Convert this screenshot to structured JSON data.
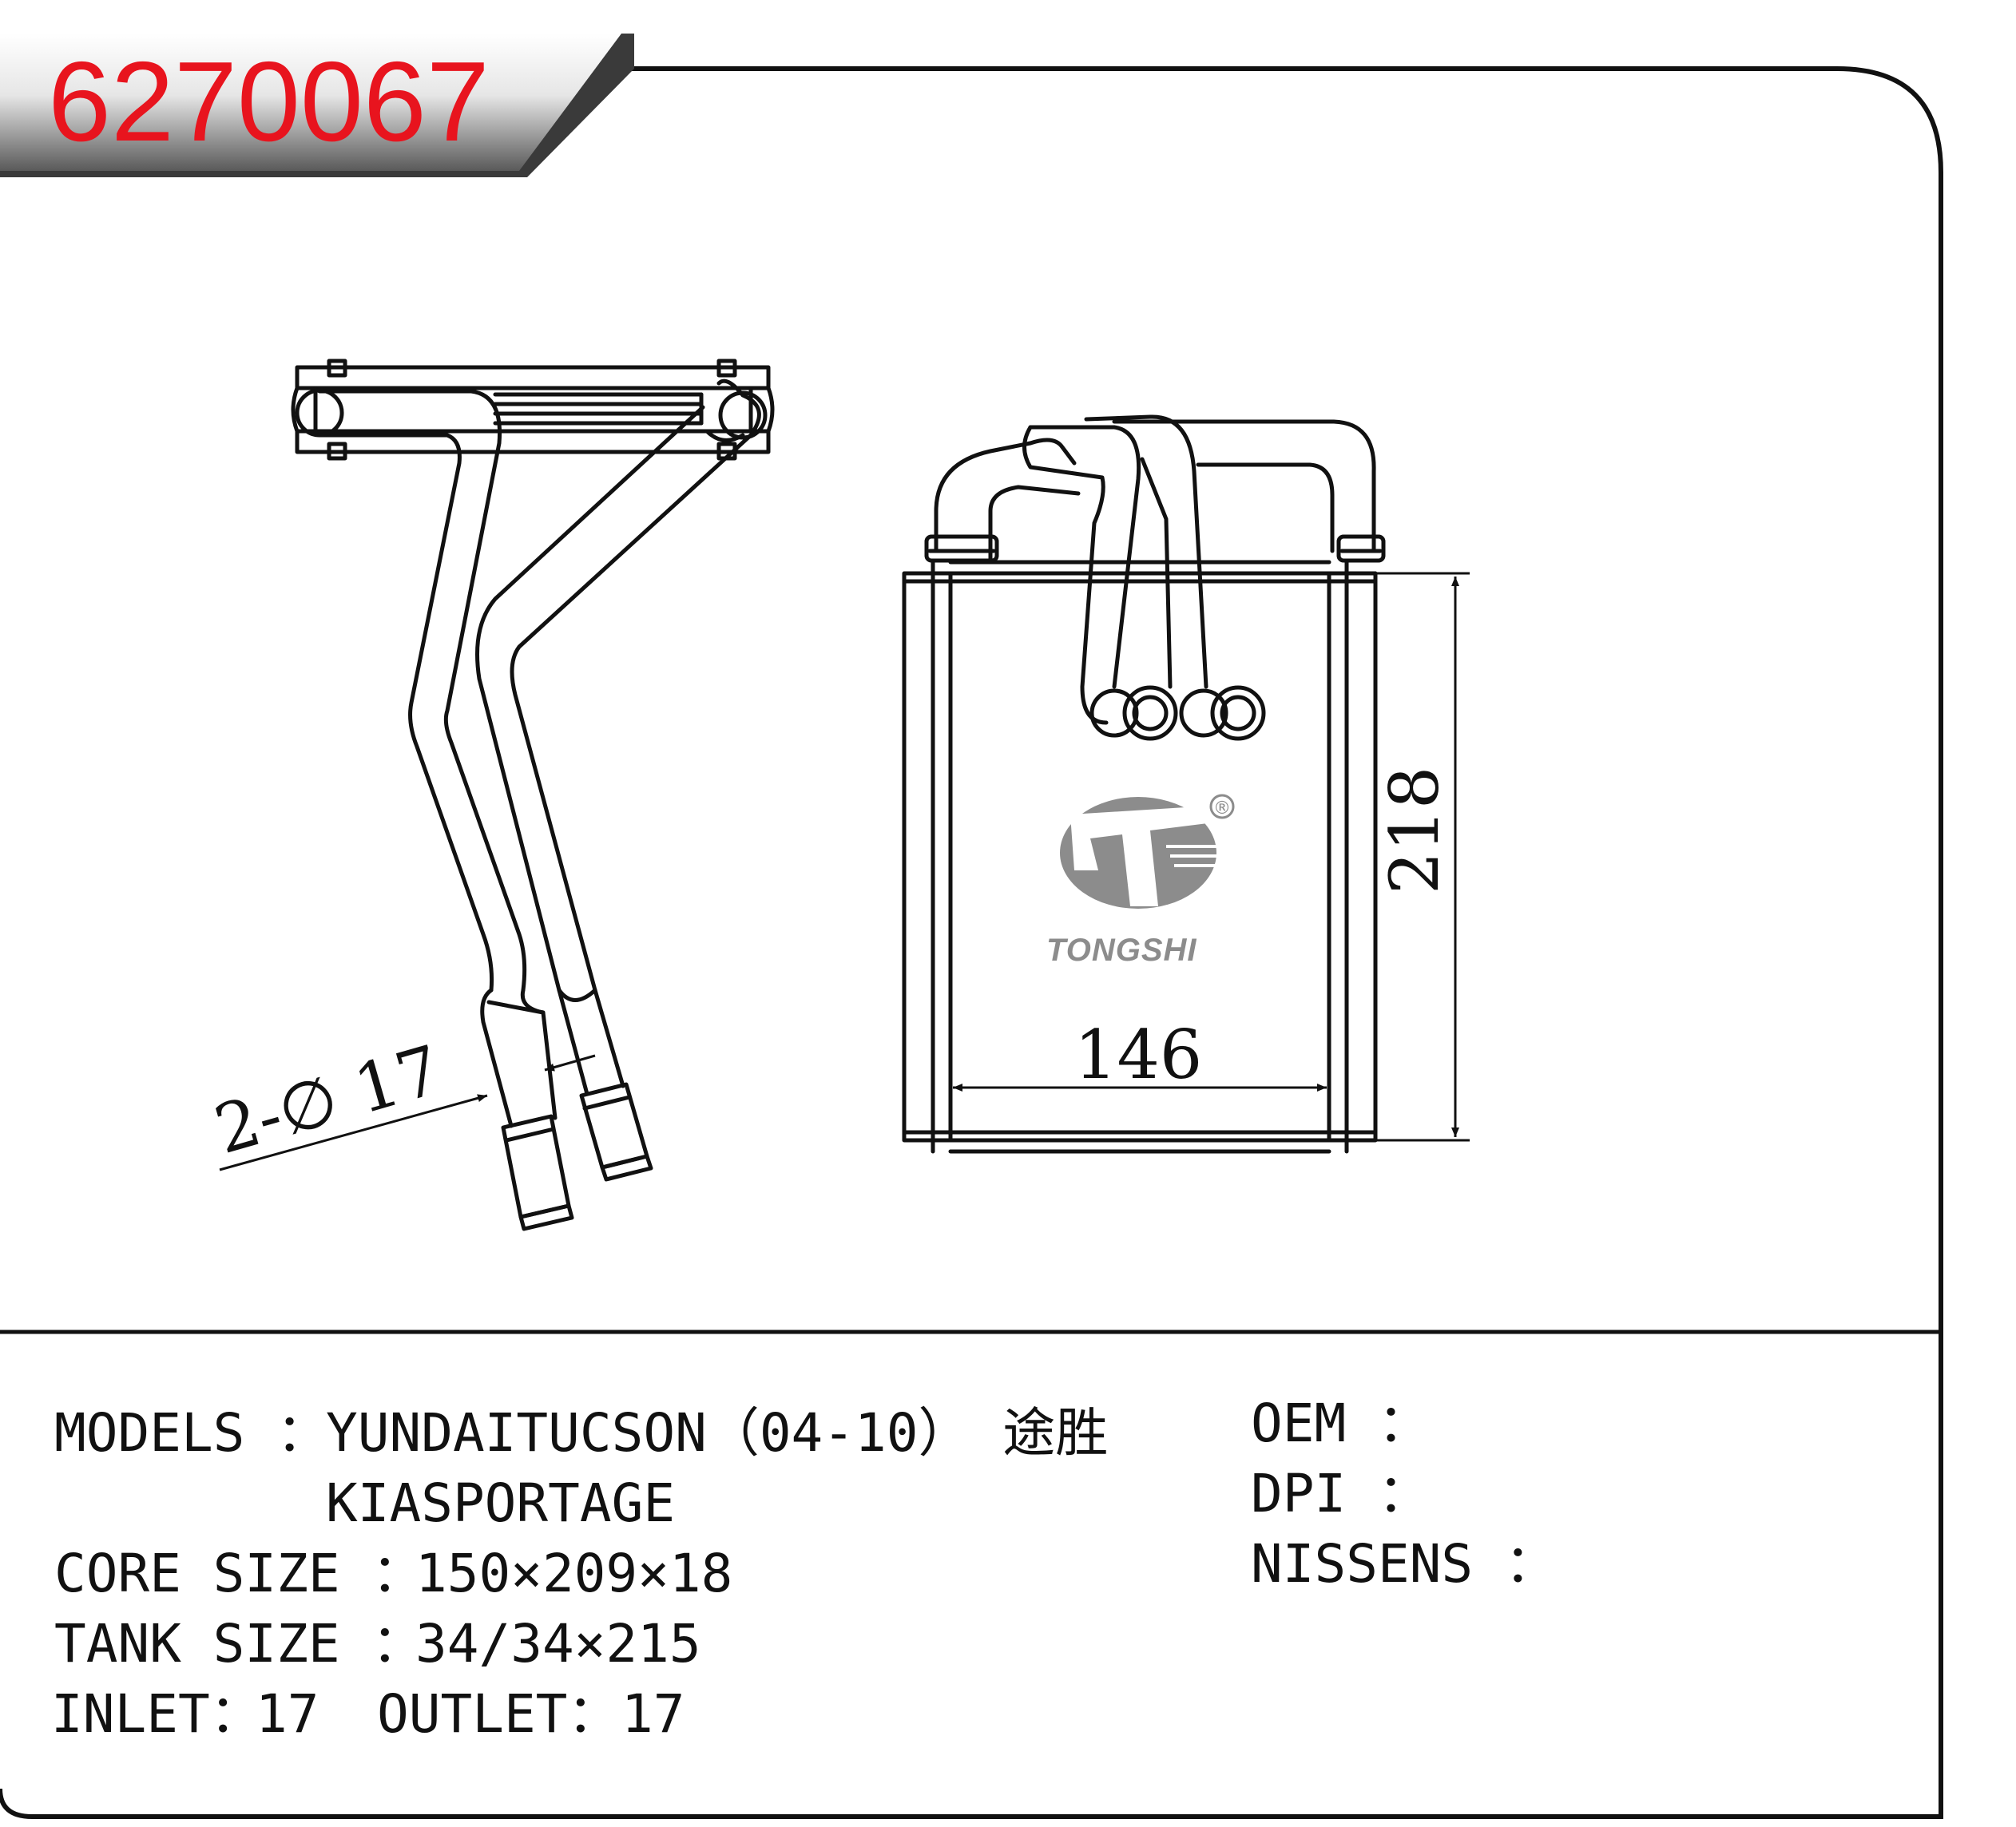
{
  "header": {
    "part_number": "6270067"
  },
  "colors": {
    "part_number": "#e8141e",
    "badge_dark": "#444444",
    "badge_light": "#f2f2f2",
    "line": "#111111",
    "logo": "#8c8c8c"
  },
  "drawing": {
    "side_view": {
      "pipe_label": "2-∅ 17"
    },
    "front_view": {
      "width_label": "146",
      "height_label": "218"
    },
    "logo": {
      "brand": "TONGSHI",
      "registered": "®"
    }
  },
  "specs": {
    "models_label": "MODELS ：",
    "models_line1": "YUNDAITUCSON（04-10） 途胜",
    "models_line2": "KIASPORTAGE",
    "core_size_label": "CORE SIZE ：",
    "core_size_value": "150×209×18",
    "tank_size_label": "TANK SIZE ：",
    "tank_size_value": "34/34×215",
    "inlet_label": "INLET：",
    "inlet_value": "17",
    "outlet_label": "OUTLET：",
    "outlet_value": "17",
    "oem_label": "OEM ：",
    "dpi_label": "DPI ：",
    "nissens_label": "NISSENS ："
  }
}
